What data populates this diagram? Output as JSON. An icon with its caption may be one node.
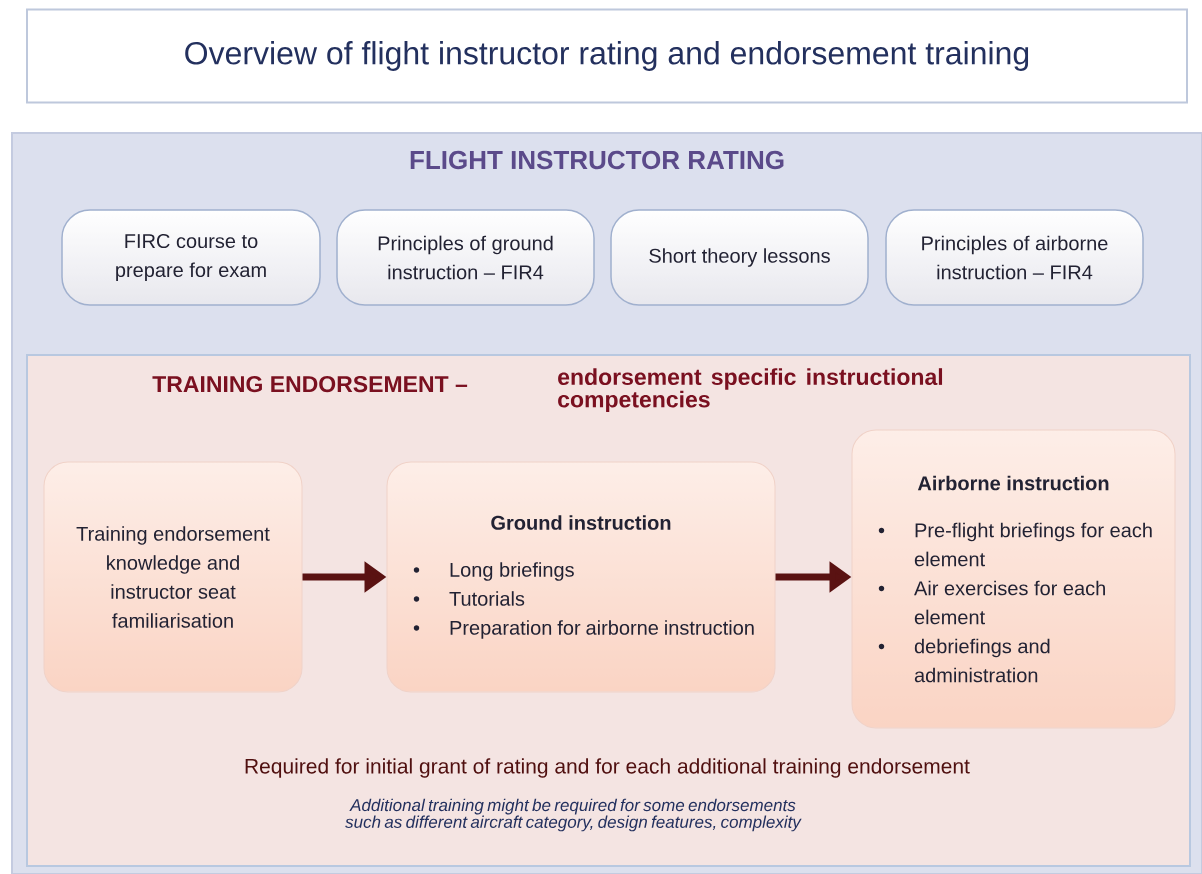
{
  "diagram": {
    "title": "Overview of flight instructor rating and endorsement training",
    "nodes": [
      {
        "text": [
          "FLIGHT INSTRUCTOR RATING"
        ]
      },
      {
        "text": [
          "FIRC course to prepare for exam"
        ],
        "in": 0
      },
      {
        "text": [
          "Principles of ground instruction – FIR4"
        ],
        "in": 0
      },
      {
        "text": [
          "Short theory lessons"
        ],
        "in": 0
      },
      {
        "text": [
          "Principles of airborne instruction – FIR4"
        ],
        "in": 0
      },
      {
        "text": [
          "TRAINING ENDORSEMENT –",
          "endorsement specific instructional competencies",
          "Required for initial grant of rating and for each additional training endorsement",
          "Additional training might be required for some endorsements such as different aircraft category, design features, complexity"
        ],
        "in": 0
      },
      {
        "text": [
          "Training endorsement knowledge and instructor seat familiarisation"
        ],
        "in": 5
      },
      {
        "text": [
          "Ground instruction",
          "Long briefings",
          "Tutorials",
          "Preparation for airborne instruction"
        ],
        "in": 5
      },
      {
        "text": [
          "Airborne instruction",
          "Pre-flight briefings for each element",
          "Air exercises for each element",
          "debriefings and administration"
        ],
        "in": 5
      }
    ],
    "edges": [
      {
        "from": 6,
        "to": 7,
        "arrow": "to"
      },
      {
        "from": 7,
        "to": 8,
        "arrow": "to"
      }
    ],
    "labels": [
      "•",
      "•",
      "•",
      "•",
      "•",
      "•"
    ]
  }
}
